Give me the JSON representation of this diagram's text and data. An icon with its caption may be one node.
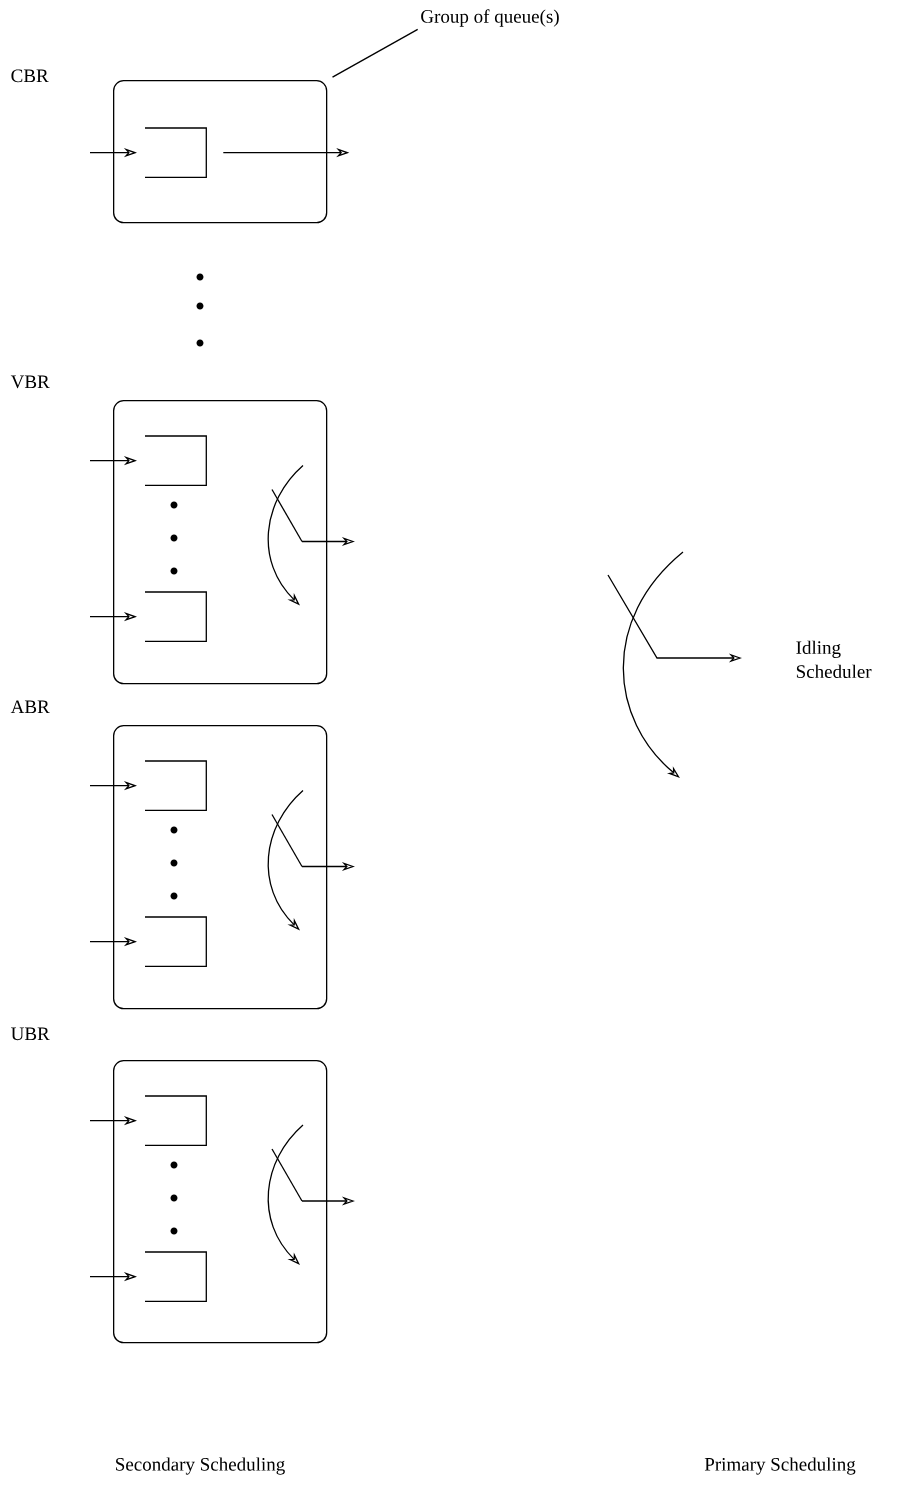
{
  "diagram": {
    "nodes": [
      {
        "text": [
          "Group of queue(s)"
        ]
      },
      {
        "text": [
          "CBR"
        ]
      },
      {
        "text": [],
        "shape": "box",
        "in": 1
      },
      {
        "text": [
          "VBR"
        ]
      },
      {
        "text": [],
        "shape": "box",
        "in": 3
      },
      {
        "text": [],
        "shape": "box",
        "in": 3
      },
      {
        "text": [],
        "shape": "switch",
        "in": 3
      },
      {
        "text": [
          "ABR"
        ]
      },
      {
        "text": [],
        "shape": "box",
        "in": 7
      },
      {
        "text": [],
        "shape": "box",
        "in": 7
      },
      {
        "text": [],
        "shape": "switch",
        "in": 7
      },
      {
        "text": [
          "UBR"
        ]
      },
      {
        "text": [],
        "shape": "box",
        "in": 11
      },
      {
        "text": [],
        "shape": "box",
        "in": 11
      },
      {
        "text": [],
        "shape": "switch",
        "in": 11
      }
    ],
    "edges": [
      {
        "from": 0,
        "to": 1,
        "arrow": "none"
      },
      {
        "from": null,
        "to": 2,
        "arrow": "to"
      },
      {
        "from": 2,
        "to": null,
        "arrow": "to"
      },
      {
        "from": null,
        "to": 4,
        "arrow": "to"
      },
      {
        "from": null,
        "to": 5,
        "arrow": "to"
      },
      {
        "from": 6,
        "to": null,
        "arrow": "to"
      },
      {
        "from": null,
        "to": 8,
        "arrow": "to"
      },
      {
        "from": null,
        "to": 9,
        "arrow": "to"
      },
      {
        "from": 10,
        "to": null,
        "arrow": "to"
      },
      {
        "from": null,
        "to": 12,
        "arrow": "to"
      },
      {
        "from": null,
        "to": 13,
        "arrow": "to"
      },
      {
        "from": 14,
        "to": null,
        "arrow": "to"
      }
    ],
    "labels": [
      "Idling Scheduler",
      "Secondary Scheduling",
      "Primary Scheduling"
    ]
  }
}
